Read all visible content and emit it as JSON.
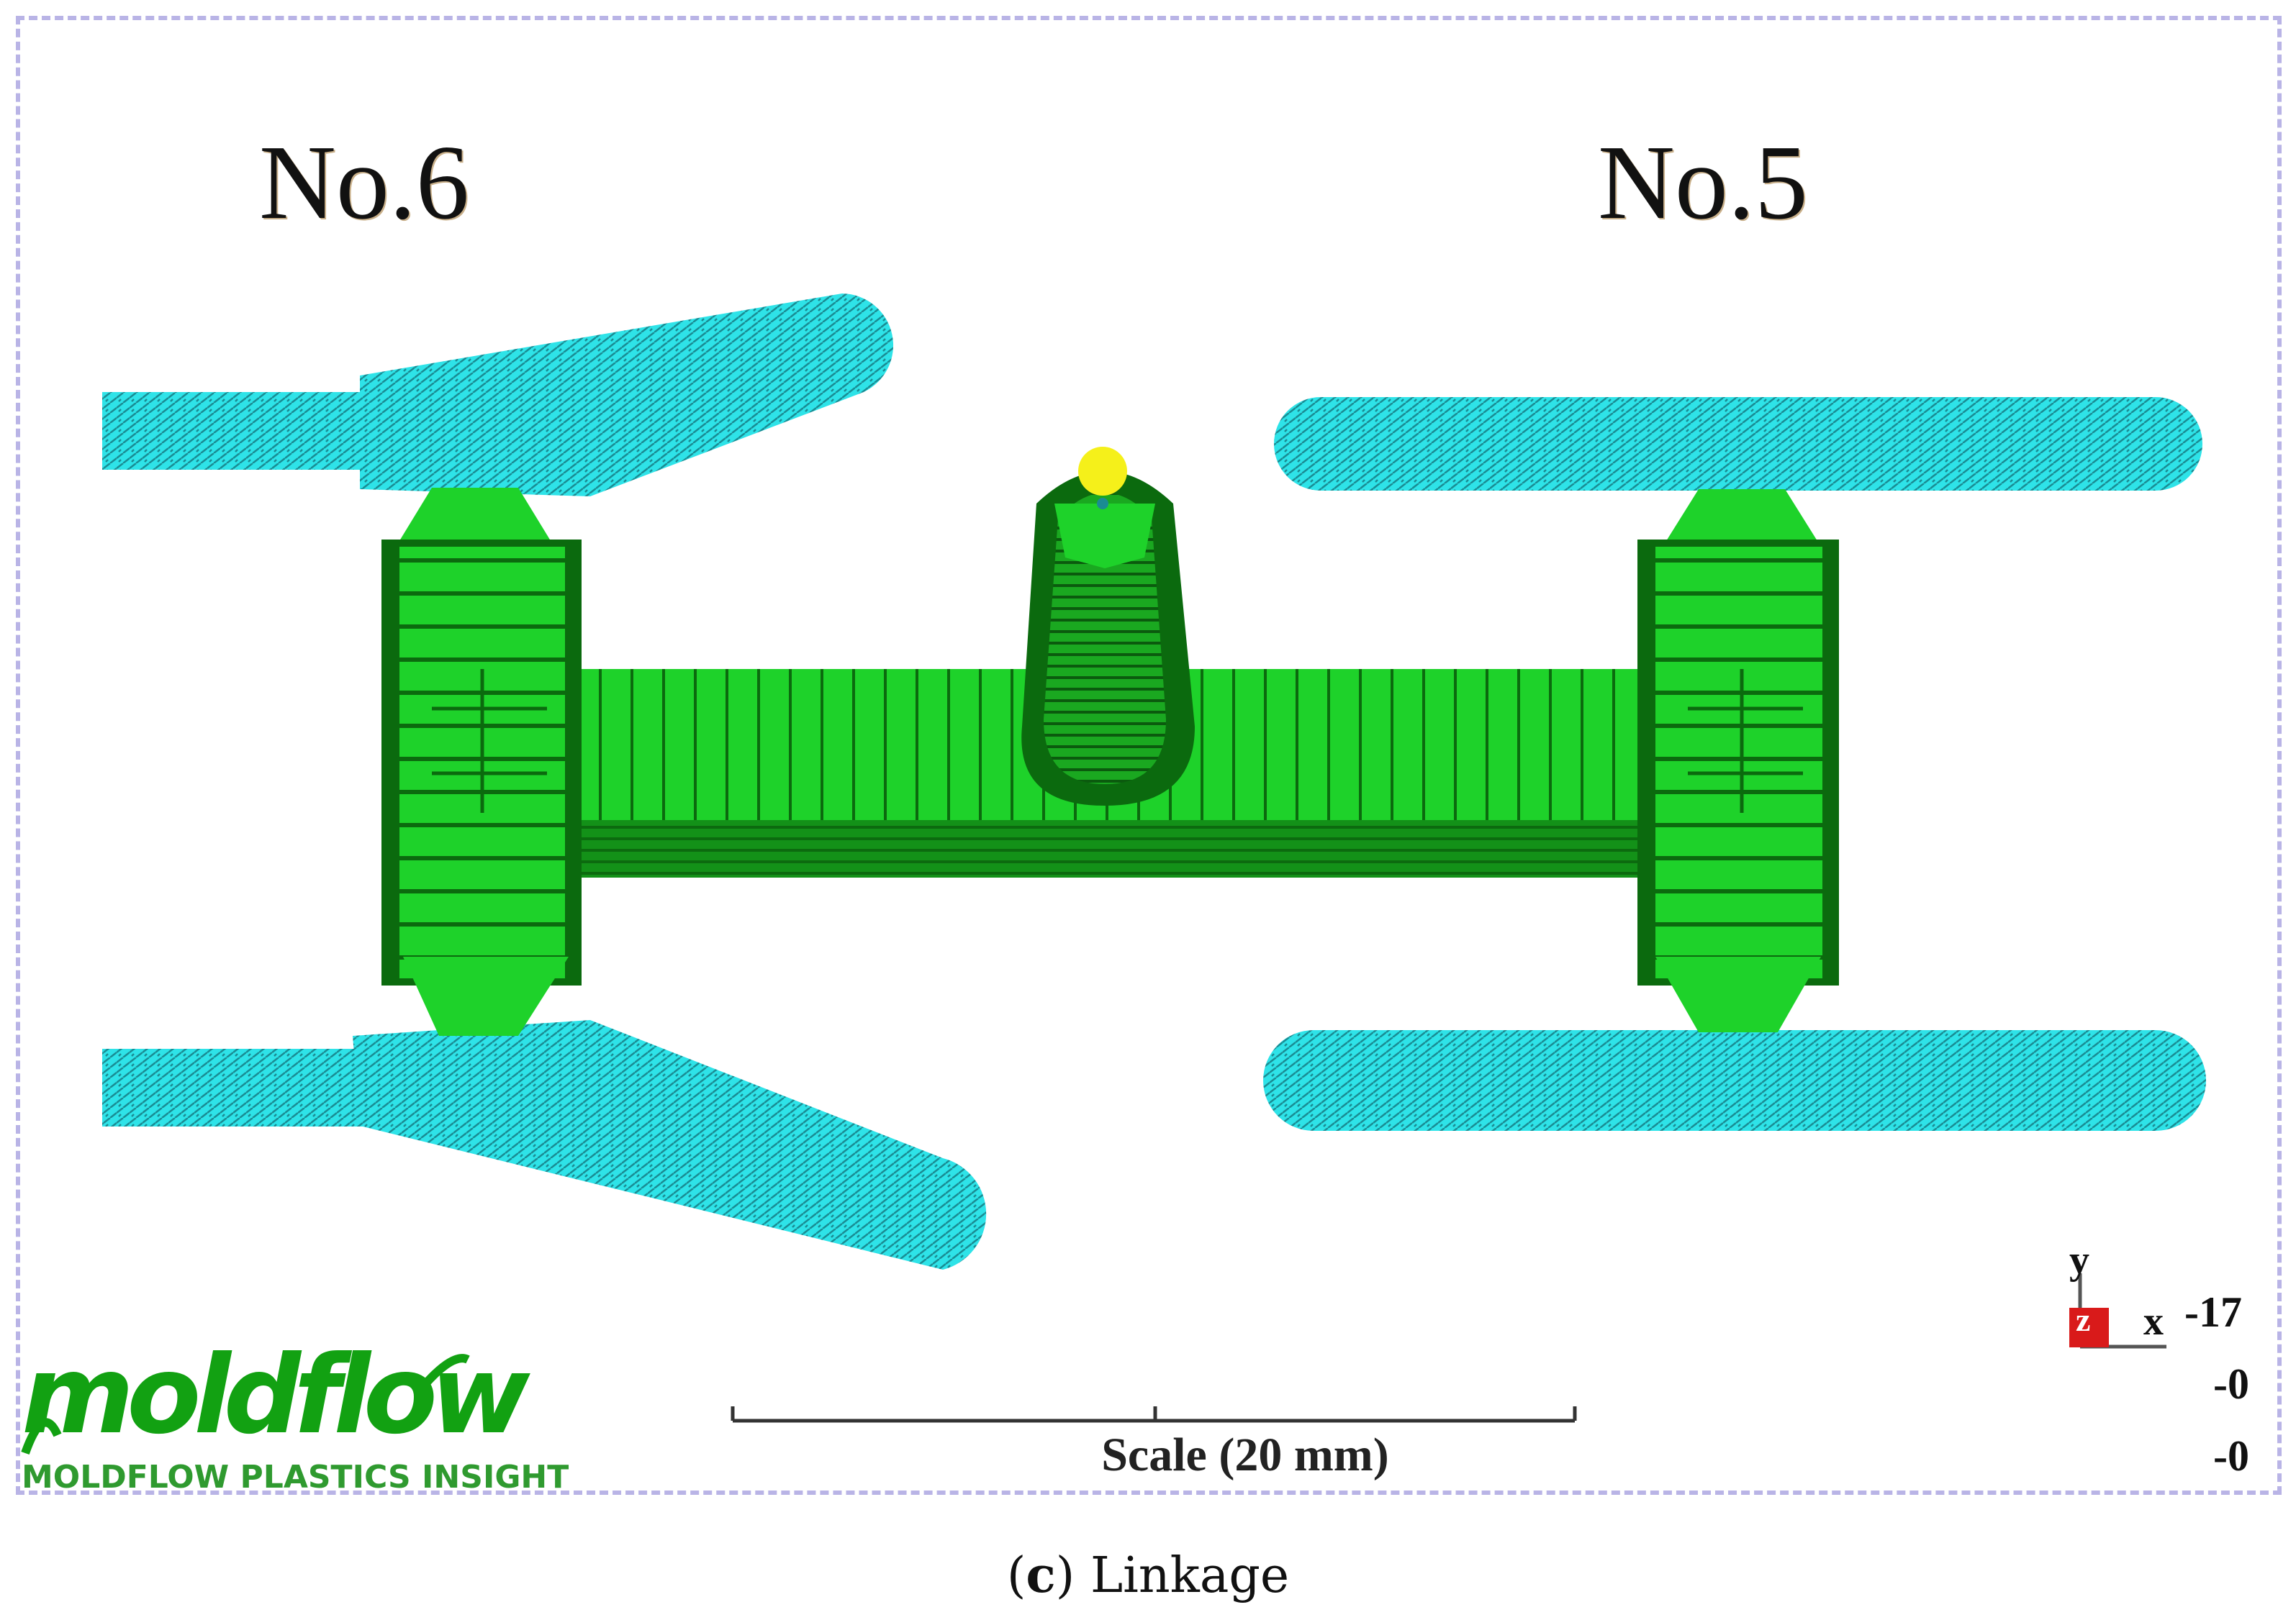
{
  "labels": {
    "left_model": "No.6",
    "right_model": "No.5"
  },
  "scale_bar": {
    "label": "Scale (20 mm)"
  },
  "triad": {
    "y": "y",
    "z": "z",
    "x": "x"
  },
  "coordinates": [
    "-17",
    "-0",
    "-0"
  ],
  "brand": {
    "logo_text": "moldflow",
    "subtitle": "MOLDFLOW PLASTICS INSIGHT"
  },
  "caption": {
    "letter": "c",
    "title": "Linkage"
  },
  "colors": {
    "runner": "#1ed22a",
    "runner_dark": "#0b6a0e",
    "part": "#2ee3e8",
    "part_mesh": "#1a8c93",
    "injection_point": "#f5f01a",
    "frame": "#b9b4e6",
    "brand": "#12a112"
  }
}
